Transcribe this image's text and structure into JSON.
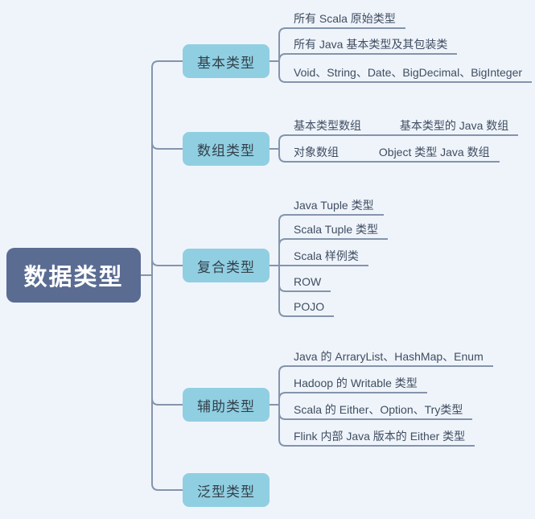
{
  "root": {
    "label": "数据类型"
  },
  "branches": [
    {
      "label": "基本类型",
      "children": [
        {
          "text": "所有 Scala 原始类型"
        },
        {
          "text": "所有 Java 基本类型及其包装类"
        },
        {
          "text": "Void、String、Date、BigDecimal、BigInteger"
        }
      ]
    },
    {
      "label": "数组类型",
      "children": [
        {
          "text": "基本类型数组",
          "child": "基本类型的 Java 数组"
        },
        {
          "text": "对象数组",
          "child": "Object 类型 Java 数组"
        }
      ]
    },
    {
      "label": "复合类型",
      "children": [
        {
          "text": "Java Tuple 类型"
        },
        {
          "text": "Scala Tuple 类型"
        },
        {
          "text": "Scala 样例类"
        },
        {
          "text": "ROW"
        },
        {
          "text": "POJO"
        }
      ]
    },
    {
      "label": "辅助类型",
      "children": [
        {
          "text": "Java 的 ArraryList、HashMap、Enum"
        },
        {
          "text": "Hadoop 的 Writable 类型"
        },
        {
          "text": "Scala 的 Either、Option、Try类型"
        },
        {
          "text": "Flink 内部 Java 版本的 Either 类型"
        }
      ]
    },
    {
      "label": "泛型类型",
      "children": []
    }
  ],
  "colors": {
    "background": "#eff4fb",
    "root_fill": "#5a6c92",
    "root_text": "#ffffff",
    "branch_fill": "#90cfe1",
    "branch_text": "#333f4a",
    "leaf_text": "#3f4d60",
    "connector": "#8494ab"
  }
}
